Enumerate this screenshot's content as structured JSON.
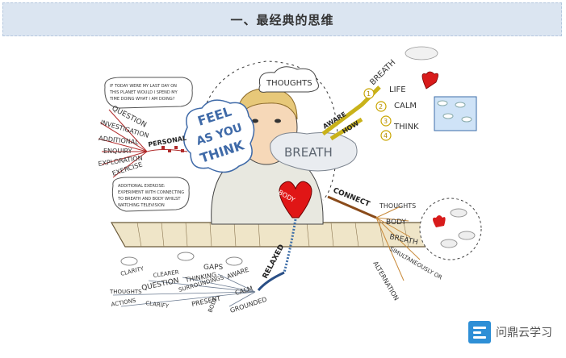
{
  "header": {
    "title": "一、最经典的思维"
  },
  "mindmap": {
    "center": [
      "FEEL",
      "AS YOU",
      "THINK"
    ],
    "thoughts_cloud": "THOUGHTS",
    "breath_cloud": "BREATH",
    "body_heart": "BODY",
    "top_note": [
      "IF TODAY WERE MY LAST DAY ON",
      "THIS PLANET WOULD I SPEND MY",
      "TIME DOING WHAT I AM DOING?"
    ],
    "bottom_note": [
      "ADDITIONAL EXERCISE:",
      "EXPERIMENT WITH CONNECTING",
      "TO BREATH AND BODY WHILST",
      "WATCHING TELEVISION"
    ],
    "personal": {
      "label": "PERSONAL",
      "items": [
        "QUESTION",
        "INVESTIGATION",
        "ADDITIONAL",
        "ENQUIRY",
        "EXPLORATION",
        "EXERCISE"
      ]
    },
    "aware": {
      "label": "AWARE",
      "sub": "HOW",
      "items": [
        "BREATH",
        "LIFE",
        "CALM",
        "THINK"
      ],
      "numbers": [
        "1",
        "2",
        "3",
        "4"
      ]
    },
    "connect": {
      "label": "CONNECT",
      "items": [
        "THOUGHTS",
        "BODY",
        "BREATH",
        "SIMULTANEOUSLY OR",
        "ALTERNATION"
      ]
    },
    "relaxed": {
      "label": "RELAXED",
      "items": [
        "CLARITY",
        "CLEARER",
        "GAPS",
        "THINKING",
        "AWARE",
        "THOUGHTS",
        "QUESTION",
        "SURROUNDINGS",
        "CALM",
        "ACTIONS",
        "CLARIFY",
        "PRESENT",
        "BODY",
        "GROUNDED"
      ]
    }
  },
  "brand": {
    "name": "问鼎云学习"
  }
}
